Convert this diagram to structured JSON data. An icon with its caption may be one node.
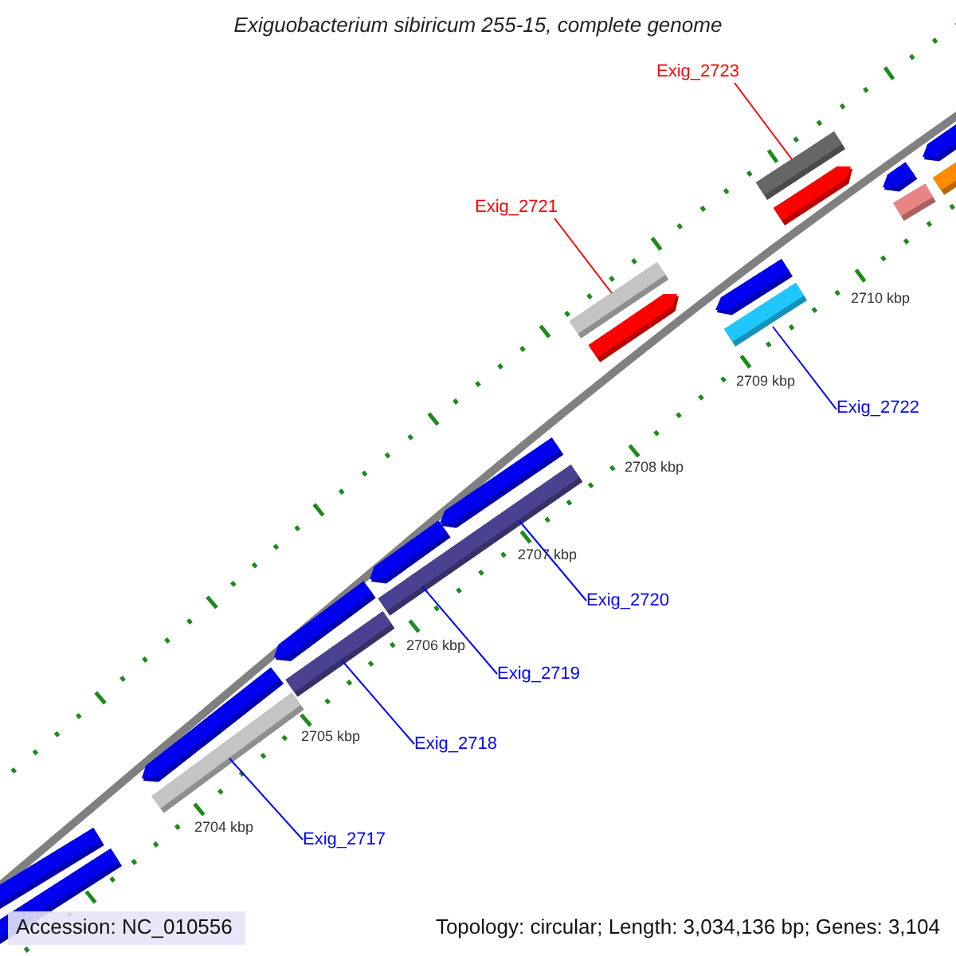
{
  "diagram": {
    "title": "Exiguobacterium sibiricum 255-15, complete genome",
    "nodes": [
      {
        "text": [
          "Exig_2723"
        ]
      },
      {
        "text": [],
        "shape": "bar"
      },
      {
        "text": [
          "Exig_2721"
        ]
      },
      {
        "text": [],
        "shape": "bar"
      },
      {
        "text": [],
        "shape": "bar"
      },
      {
        "text": [
          "Exig_2722"
        ]
      },
      {
        "text": [],
        "shape": "bar"
      },
      {
        "text": [
          "Exig_2720"
        ]
      },
      {
        "text": [
          "Exig_2719"
        ]
      },
      {
        "text": [],
        "shape": "bar"
      },
      {
        "text": [
          "Exig_2718"
        ]
      },
      {
        "text": [],
        "shape": "bar"
      },
      {
        "text": [
          "Exig_2717"
        ]
      }
    ],
    "edges": [
      {
        "from": 0,
        "to": 1,
        "arrow": "none",
        "color": "#ff0000"
      },
      {
        "from": 2,
        "to": 3,
        "arrow": "none",
        "color": "#ff0000"
      },
      {
        "from": 5,
        "to": 4,
        "arrow": "none"
      },
      {
        "from": 7,
        "to": 6,
        "arrow": "none"
      },
      {
        "from": 8,
        "to": 6,
        "arrow": "none"
      },
      {
        "from": 10,
        "to": 9,
        "arrow": "none"
      },
      {
        "from": 12,
        "to": 11,
        "arrow": "none"
      }
    ],
    "labels": [
      "2710 kbp",
      "2709 kbp",
      "2708 kbp",
      "2707 kbp",
      "2706 kbp",
      "2705 kbp",
      "2704 kbp",
      "Accession: NC_010556",
      "Topology: circular; Length: 3,034,136 bp; Genes: 3,104"
    ]
  }
}
